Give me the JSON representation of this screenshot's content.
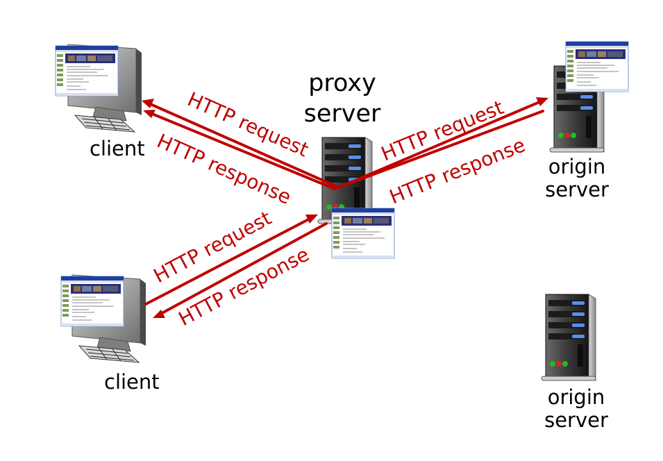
{
  "labels": {
    "client_top": "client",
    "client_bottom": "client",
    "proxy_line1": "proxy",
    "proxy_line2": "server",
    "origin_top_line1": "origin",
    "origin_top_line2": "server",
    "origin_bottom_line1": "origin",
    "origin_bottom_line2": "server"
  },
  "messages": {
    "top_left_request": "HTTP request",
    "top_left_response": "HTTP response",
    "right_request": "HTTP request",
    "right_response": "HTTP response",
    "bottom_left_request": "HTTP request",
    "bottom_left_response": "HTTP response"
  },
  "colors": {
    "arrow": "#c00000",
    "server_body": "#2a2a2a",
    "drive_blue": "#5b8ee6",
    "led_green": "#22bb22",
    "led_red": "#dd2222",
    "browser_title": "#1f3fa0"
  },
  "icons": {
    "client": "desktop-computer-icon",
    "server": "tower-server-icon",
    "page": "web-page-icon"
  }
}
